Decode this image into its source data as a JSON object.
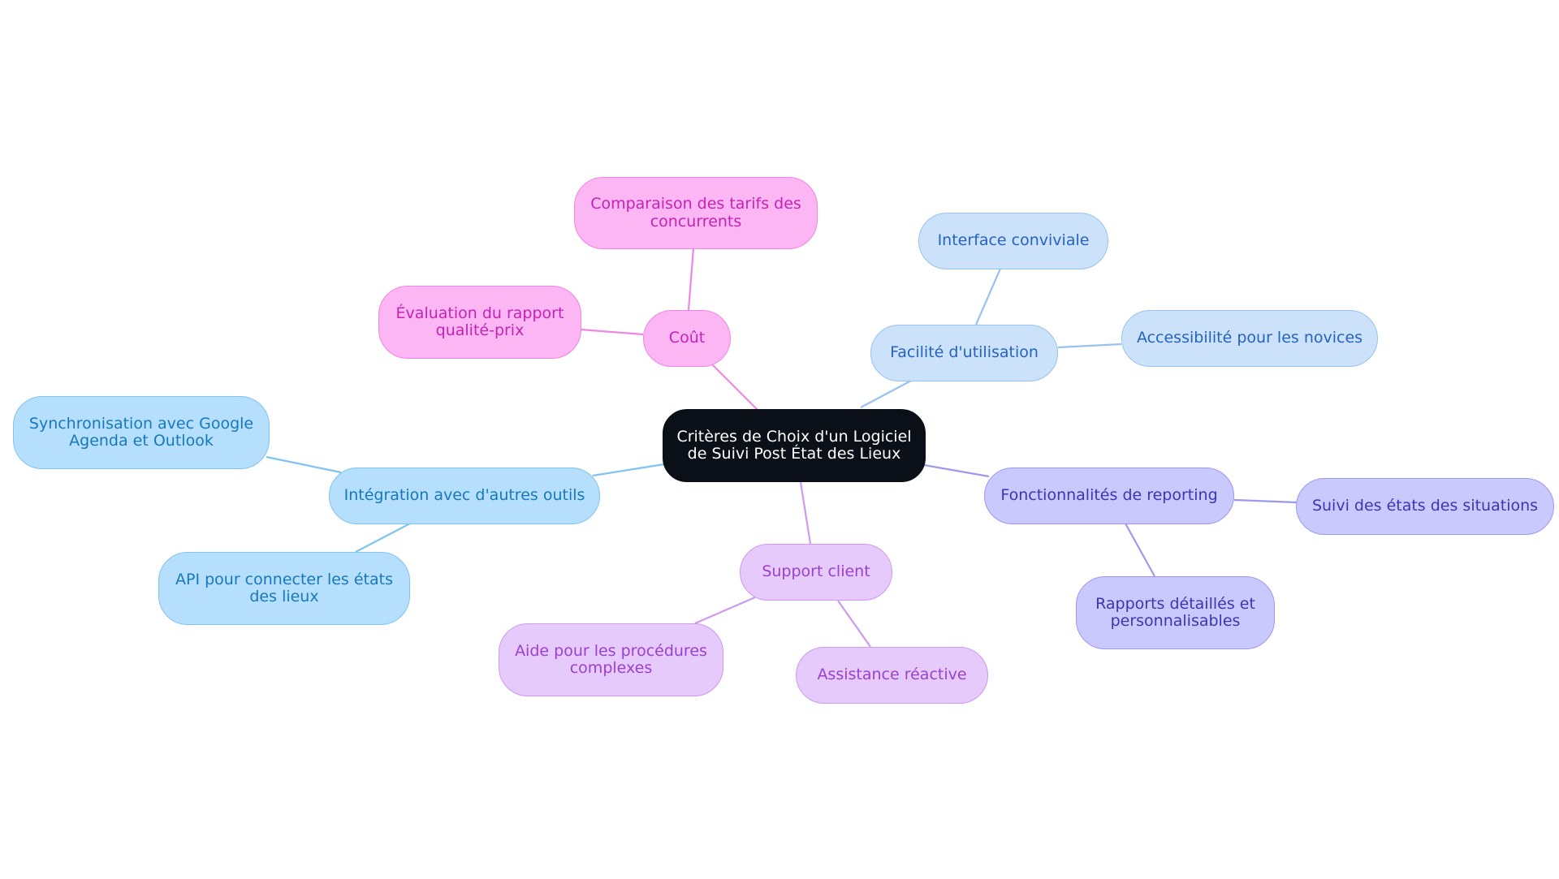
{
  "diagram": {
    "type": "mindmap",
    "root": {
      "label": "Critères de Choix d'un Logiciel de Suivi Post État des Lieux"
    },
    "branches": [
      {
        "id": "cout",
        "label": "Coût",
        "color": "#ef86e4",
        "children": [
          {
            "label": "Comparaison des tarifs des concurrents"
          },
          {
            "label": "Évaluation du rapport qualité-prix"
          }
        ]
      },
      {
        "id": "facilite",
        "label": "Facilité d'utilisation",
        "color": "#98c2f0",
        "children": [
          {
            "label": "Interface conviviale"
          },
          {
            "label": "Accessibilité pour les novices"
          }
        ]
      },
      {
        "id": "integration",
        "label": "Intégration avec d'autres outils",
        "color": "#7ec3f2",
        "children": [
          {
            "label": "Synchronisation avec Google Agenda et Outlook"
          },
          {
            "label": "API pour connecter les états des lieux"
          }
        ]
      },
      {
        "id": "support",
        "label": "Support client",
        "color": "#cf98f1",
        "children": [
          {
            "label": "Aide pour les procédures complexes"
          },
          {
            "label": "Assistance réactive"
          }
        ]
      },
      {
        "id": "reporting",
        "label": "Fonctionnalités de reporting",
        "color": "#9c98f0",
        "children": [
          {
            "label": "Suivi des états des situations"
          },
          {
            "label": "Rapports détaillés et personnalisables"
          }
        ]
      }
    ]
  }
}
